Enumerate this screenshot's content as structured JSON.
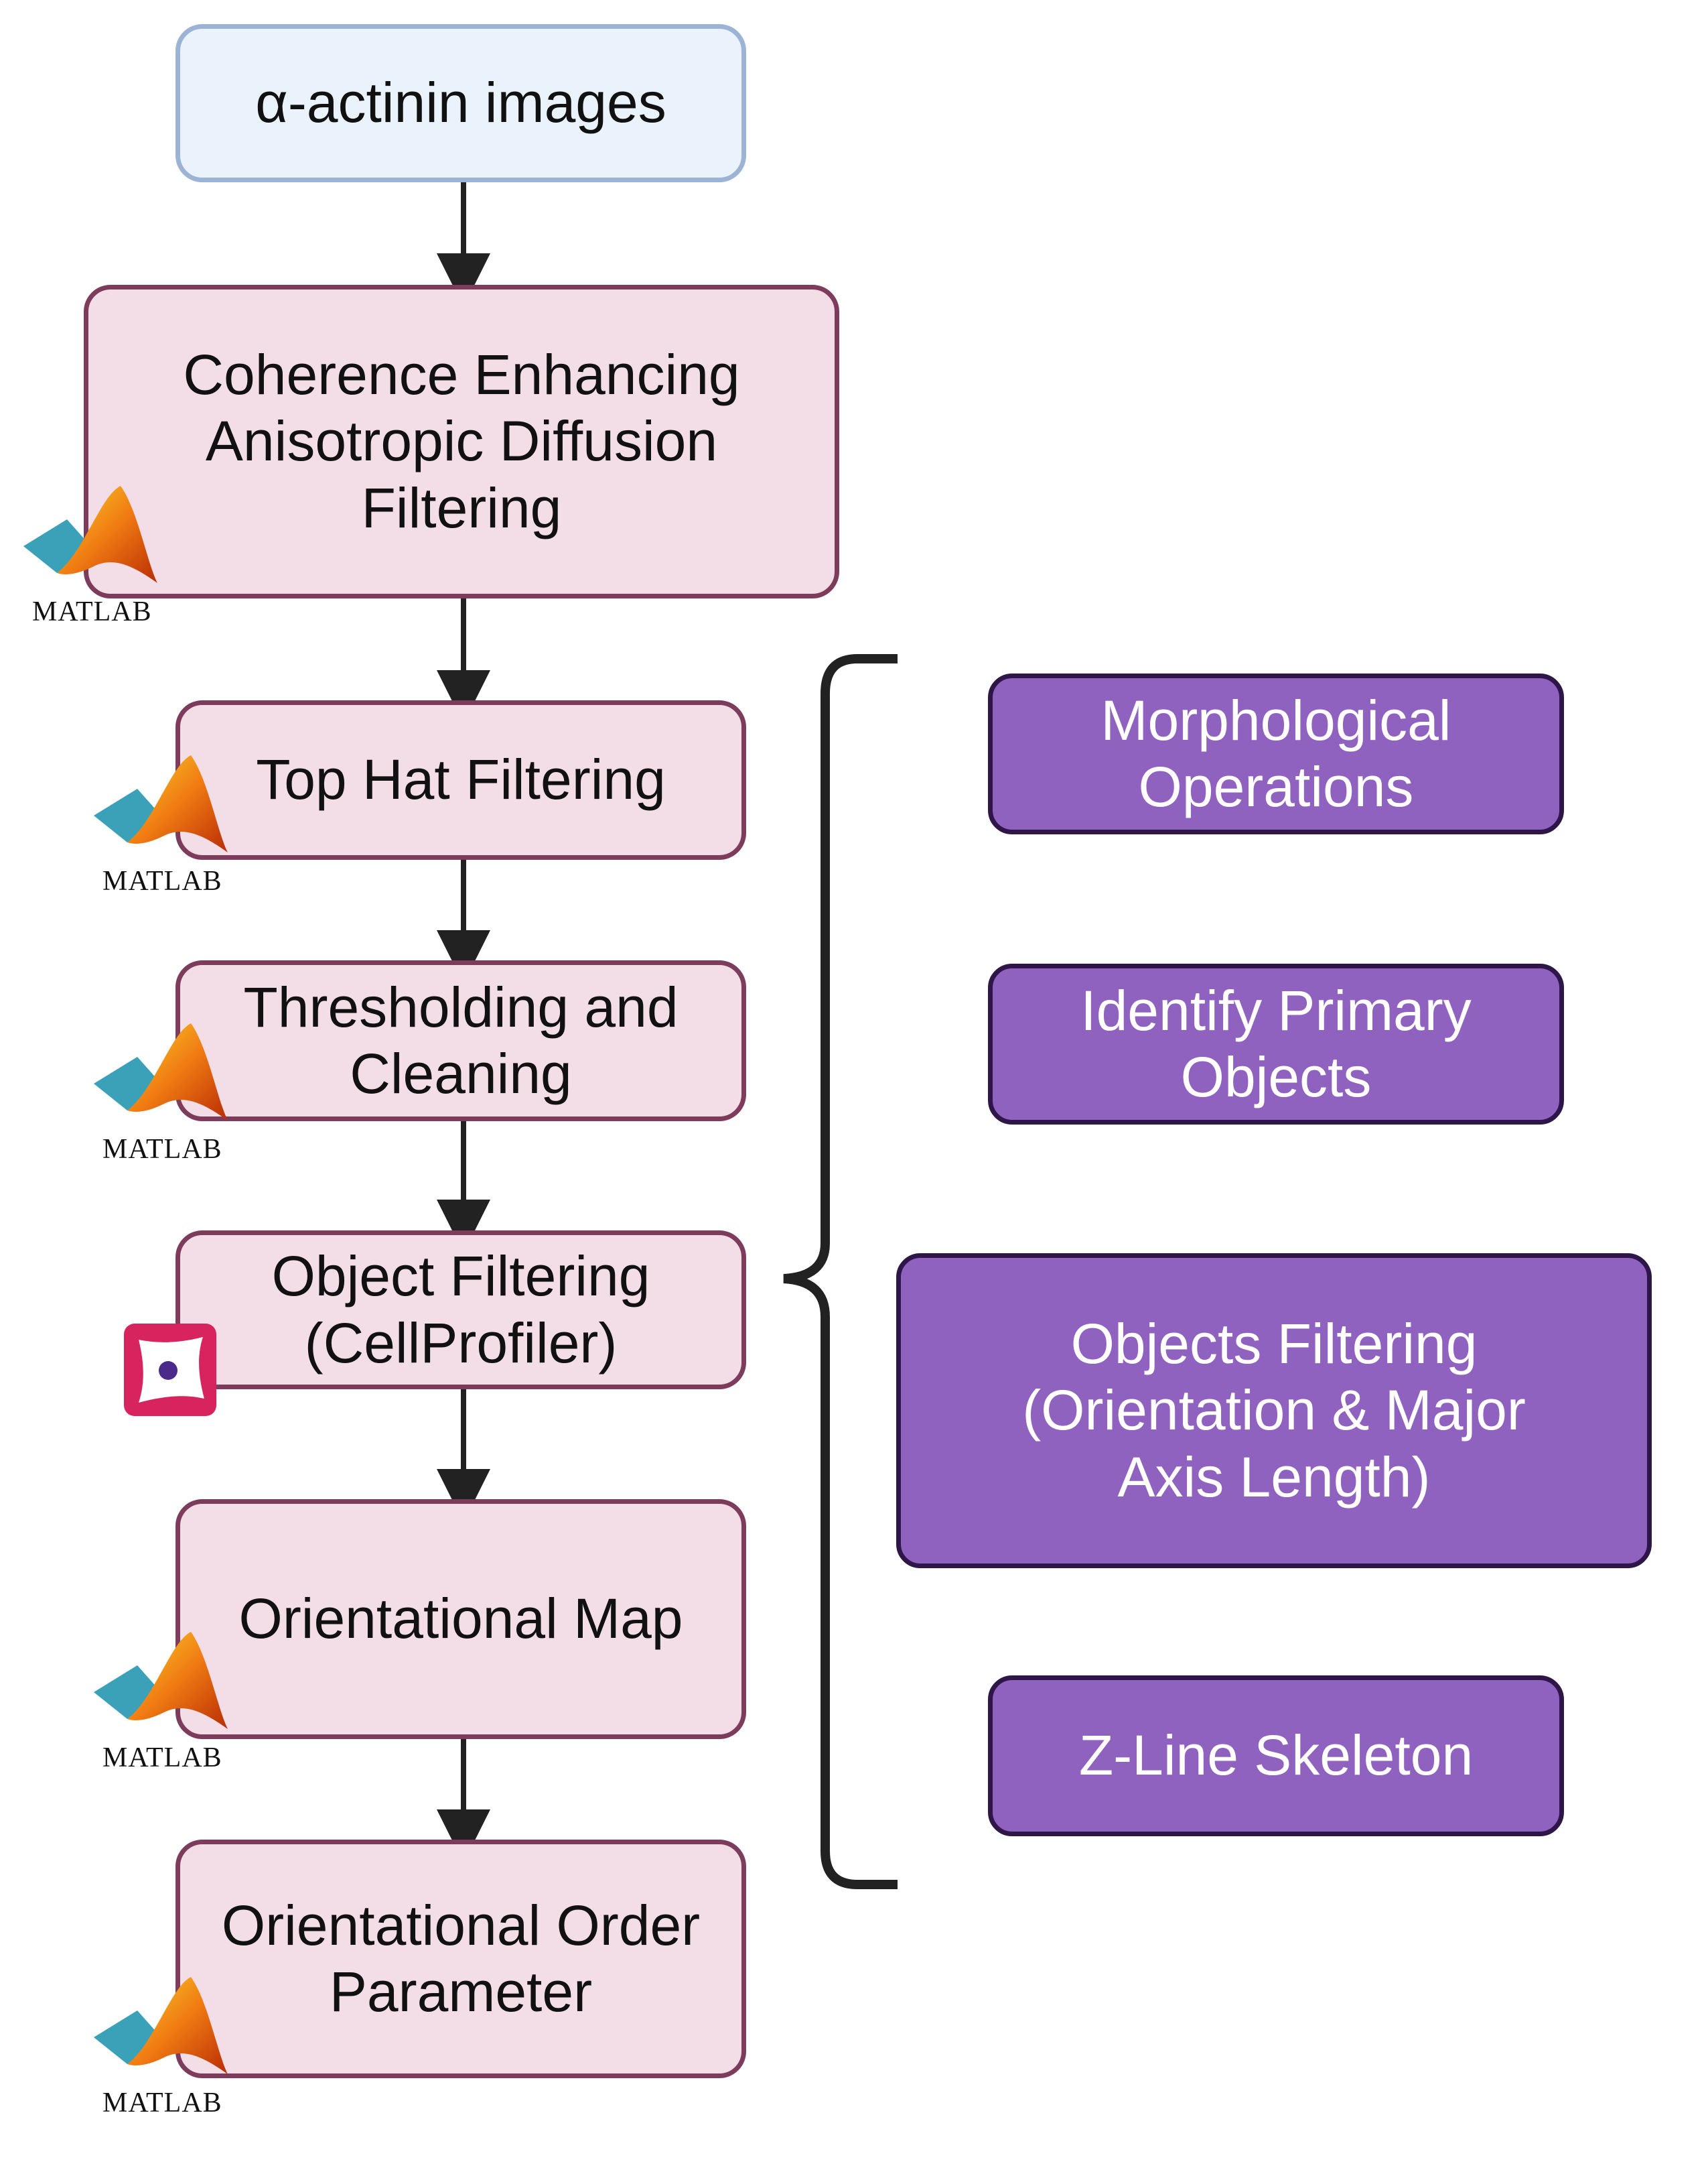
{
  "input": {
    "label": "α-actinin images"
  },
  "steps": [
    {
      "label": "Coherence Enhancing\nAnisotropic Diffusion\nFiltering",
      "tool": "matlab-logo"
    },
    {
      "label": "Top Hat Filtering",
      "tool": "matlab-logo"
    },
    {
      "label": "Thresholding and\nCleaning",
      "tool": "matlab-logo"
    },
    {
      "label": "Object Filtering\n(CellProfiler)",
      "tool": "cellprofiler-logo"
    },
    {
      "label": "Orientational Map",
      "tool": "matlab-logo"
    },
    {
      "label": "Orientational Order\nParameter",
      "tool": "matlab-logo"
    }
  ],
  "details": [
    {
      "label": "Morphological\nOperations"
    },
    {
      "label": "Identify Primary\nObjects"
    },
    {
      "label": "Objects Filtering\n(Orientation & Major\nAxis Length)"
    },
    {
      "label": "Z-Line Skeleton"
    }
  ],
  "logo_text": {
    "matlab": "MATLAB"
  },
  "colors": {
    "input_fill": "#eaf3fb",
    "input_border": "#9db3d6",
    "step_fill": "#f3dee7",
    "step_border": "#7d3c5c",
    "detail_fill": "#8f62c0",
    "detail_border": "#2f1648",
    "arrow": "#222222"
  }
}
